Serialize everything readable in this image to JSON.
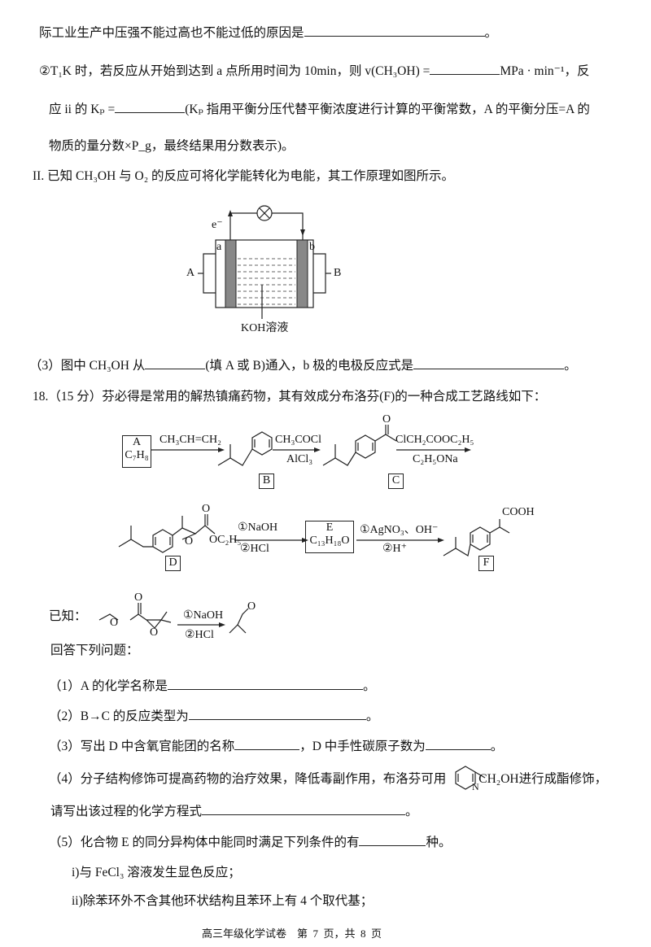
{
  "lines": {
    "l1": "际工业生产中压强不能过高也不能过低的原因是",
    "l2a": "②T₁K 时，若反应从开始到达到 a 点所用时间为 10min，则 v(CH₃OH) =",
    "l2b": "MPa · min⁻¹，反",
    "l3a": "应 ii 的 Kₚ =",
    "l3b": "(Kₚ 指用平衡分压代替平衡浓度进行计算的平衡常数，A 的平衡分压=A 的",
    "l4": "物质的量分数×P_g，最终结果用分数表示)。",
    "l5": "II. 已知 CH₃OH 与 O₂ 的反应可将化学能转化为电能，其工作原理如图所示。",
    "q3a": "（3）图中 CH₃OH 从",
    "q3b": "(填 A 或 B)通入，b 极的电极反应式是",
    "q18": "18.（15 分）芬必得是常用的解热镇痛药物，其有效成分布洛芬(F)的一种合成工艺路线如下：",
    "known": "已知：",
    "answer": "回答下列问题：",
    "p1": "（1）A 的化学名称是",
    "p2": "（2）B→C 的反应类型为",
    "p3a": "（3）写出 D 中含氧官能团的名称",
    "p3b": "，D 中手性碳原子数为",
    "p4a": "（4）分子结构修饰可提高药物的治疗效果，降低毒副作用，布洛芬可用",
    "p4b": "进行成酯修饰，",
    "p4c": "请写出该过程的化学方程式",
    "p5a": "（5）化合物 E 的同分异构体中能同时满足下列条件的有",
    "p5b": "种。",
    "c1": "i)与 FeCl₃ 溶液发生显色反应；",
    "c2": "ii)除苯环外不含其他环状结构且苯环上有 4 个取代基；",
    "period": "。"
  },
  "cell": {
    "e": "e⁻",
    "a": "a",
    "b": "b",
    "A": "A",
    "B": "B",
    "koh": "KOH溶液"
  },
  "scheme": {
    "A": "A",
    "A_formula": "C₇H₈",
    "r1": "CH₃CH=CH₂",
    "B": "B",
    "r2_top": "CH₃COCl",
    "r2_bot": "AlCl₃",
    "C": "C",
    "r3_top": "ClCH₂COOC₂H₅",
    "r3_bot": "C₂H₅ONa",
    "D": "D",
    "D_ester": "OC₂H₅",
    "O": "O",
    "r4_top": "①NaOH",
    "r4_bot": "②HCl",
    "E": "E",
    "E_formula": "C₁₃H₁₈O",
    "r5_top": "①AgNO₃、OH⁻",
    "r5_bot": "②H⁺",
    "F": "F",
    "COOH": "COOH",
    "k_top": "①NaOH",
    "k_bot": "②HCl",
    "N": "N",
    "CH2OH": "CH₂OH"
  },
  "footer": "高三年级化学试卷    第  7  页，共  8  页"
}
